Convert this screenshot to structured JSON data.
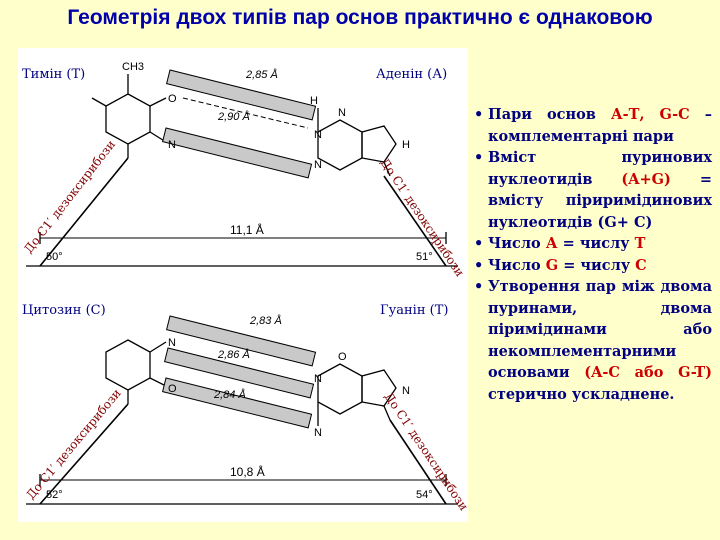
{
  "title": "Геометрія двох типів пар основ практично є однаковою",
  "top_pair": {
    "left_base": "Тимін (T)",
    "right_base": "Аденін (А)",
    "left_sugar": "До С1′ дезоксирибози",
    "right_sugar": "До С1′ дезоксирибози",
    "bond1": "2,85 Å",
    "bond2": "2,90 Å",
    "distance": "11,1 Å",
    "angle_left": "50°",
    "angle_right": "51°",
    "methyl": "CH3"
  },
  "bottom_pair": {
    "left_base": "Цитозин (С)",
    "right_base": "Гуанін (Т)",
    "left_sugar": "До С1′ дезоксирибози",
    "right_sugar": "До С1′ дезоксирибози",
    "bond1": "2,83 Å",
    "bond2": "2,86 Å",
    "bond3": "2,84 Å",
    "distance": "10,8 Å",
    "angle_left": "52°",
    "angle_right": "54°"
  },
  "bullets": [
    {
      "pre": "Пари основ ",
      "hl": "А-Т, G-C",
      "post": " – комплементарні пари"
    },
    {
      "pre": "Вміст пуринових нуклеотидів ",
      "hl": "(A+G)",
      "post": " = вмісту піриримідинових нуклеотидів (G+ C)"
    },
    {
      "pre": "Число ",
      "hl": "А",
      "post": " = числу ",
      "hl2": "Т"
    },
    {
      "pre": "Число ",
      "hl": "G",
      "post": " = числу ",
      "hl2": "С"
    },
    {
      "pre": "Утворення пар між двома пуринами, двома піримідинами або некомплементарними основами ",
      "hl": "(A-C або G-T)",
      "post": " стерично ускладнене."
    }
  ]
}
